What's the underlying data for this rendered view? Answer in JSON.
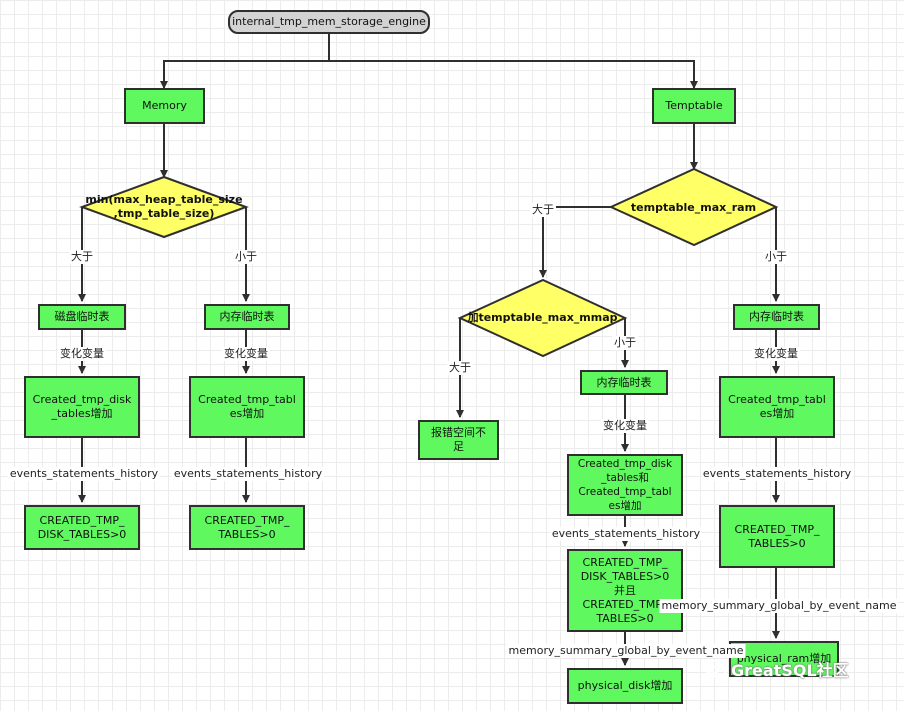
{
  "nodes": {
    "root": "internal_tmp_mem_storage_engine",
    "memory": "Memory",
    "temptable": "Temptable",
    "min_decision": "min(max_heap_table_size\n,tmp_table_size)",
    "temptable_max_ram": "temptable_max_ram",
    "mmap_decision": "加temptable_max_mmap",
    "disk_tmp_table": "磁盘临时表",
    "mem_tmp_table_left": "内存临时表",
    "mem_tmp_table_mid": "内存临时表",
    "mem_tmp_table_right": "内存临时表",
    "error_space": "报错空间不\n足",
    "created_tmp_disk_inc": "Created_tmp_disk\n_tables增加",
    "created_tmp_tables_inc_left": "Created_tmp_tabl\nes增加",
    "created_tmp_both_inc": "Created_tmp_disk\n_tables和\nCreated_tmp_tabl\nes增加",
    "created_tmp_tables_inc_right": "Created_tmp_tabl\nes增加",
    "disk_tables_gt0": "CREATED_TMP_\nDISK_TABLES>0",
    "tables_gt0_left": "CREATED_TMP_\nTABLES>0",
    "both_gt0": "CREATED_TMP_\nDISK_TABLES>0\n并且\nCREATED_TMP_\nTABLES>0",
    "tables_gt0_right": "CREATED_TMP_\nTABLES>0",
    "physical_disk_inc": "physical_disk增加",
    "physical_ram_inc": "physical_ram增加"
  },
  "edge_labels": {
    "gt_left": "大于",
    "lt_left": "小于",
    "gt_right": "大于",
    "lt_right": "小于",
    "gt_mmap": "大于",
    "lt_mmap": "小于",
    "change_var_1": "变化变量",
    "change_var_2": "变化变量",
    "change_var_3": "变化变量",
    "change_var_4": "变化变量",
    "events_1": "events_statements_history",
    "events_2": "events_statements_history",
    "events_3": "events_statements_history",
    "events_4": "events_statements_history",
    "memsum_mid": "memory_summary_global_by_event_name",
    "memsum_right": "memory_summary_global_by_event_name"
  },
  "watermark": "GreatSQL社区",
  "colors": {
    "process": "#5ff85f",
    "decision": "#ffff66",
    "start": "#d3d3d3",
    "stroke": "#2f2f2f"
  }
}
